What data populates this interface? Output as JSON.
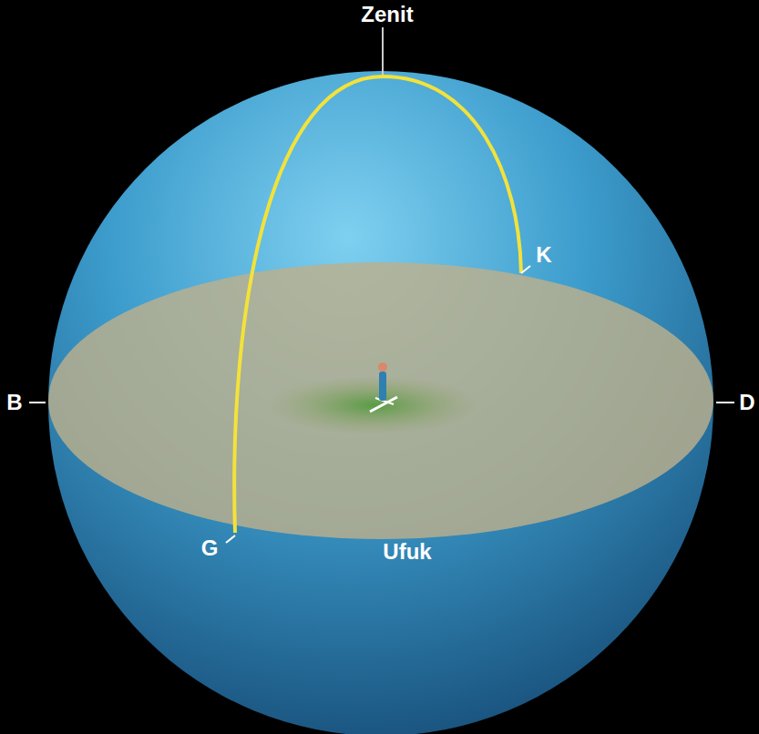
{
  "diagram": {
    "labels": [
      "Zenit",
      "K",
      "B",
      "D",
      "G",
      "Ufuk"
    ]
  }
}
